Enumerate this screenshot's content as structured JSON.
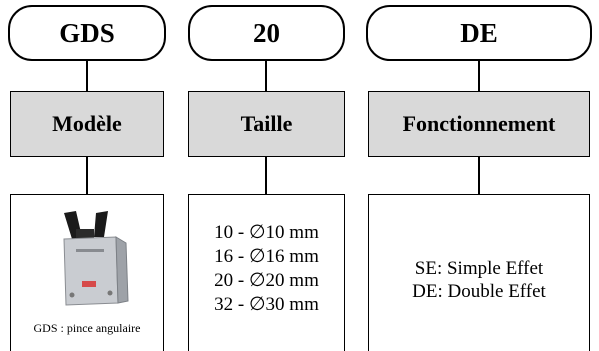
{
  "columns": [
    {
      "code": "GDS",
      "label": "Modèle",
      "caption": "GDS : pince angulaire"
    },
    {
      "code": "20",
      "label": "Taille",
      "sizes": [
        "10 - ∅10 mm",
        "16 - ∅16 mm",
        "20 - ∅20 mm",
        "32 - ∅30 mm"
      ]
    },
    {
      "code": "DE",
      "label": "Fonctionnement",
      "modes": [
        "SE: Simple Effet",
        "DE: Double Effet"
      ]
    }
  ],
  "colors": {
    "border": "#000000",
    "label_fill": "#d9d9d9",
    "background": "#ffffff"
  },
  "icons": {
    "product": "angular-gripper-icon"
  }
}
